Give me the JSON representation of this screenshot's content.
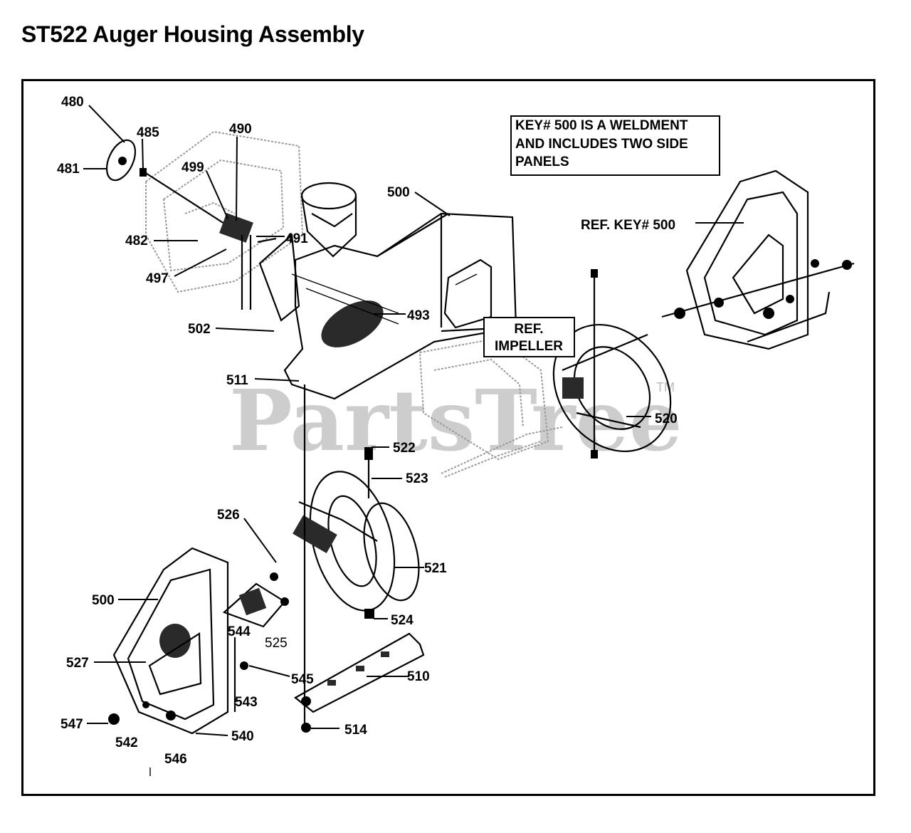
{
  "title": "ST522 Auger Housing Assembly",
  "notes": {
    "weldment": [
      "KEY# 500 IS A WELDMENT",
      "AND INCLUDES TWO SIDE",
      "PANELS"
    ],
    "ref_impeller": [
      "REF.",
      "IMPELLER"
    ],
    "ref_key_500": "REF. KEY# 500"
  },
  "watermark": {
    "text": "PartsTree",
    "tm": "TM"
  },
  "callouts": {
    "c480": "480",
    "c481": "481",
    "c482": "482",
    "c485": "485",
    "c490": "490",
    "c491": "491",
    "c493": "493",
    "c497": "497",
    "c499": "499",
    "c500a": "500",
    "c500b": "500",
    "c502": "502",
    "c510": "510",
    "c511": "511",
    "c514": "514",
    "c520": "520",
    "c521": "521",
    "c522": "522",
    "c523": "523",
    "c524": "524",
    "c525": "525",
    "c526": "526",
    "c527": "527",
    "c540": "540",
    "c542": "542",
    "c543": "543",
    "c544": "544",
    "c545": "545",
    "c546": "546",
    "c547": "547"
  }
}
